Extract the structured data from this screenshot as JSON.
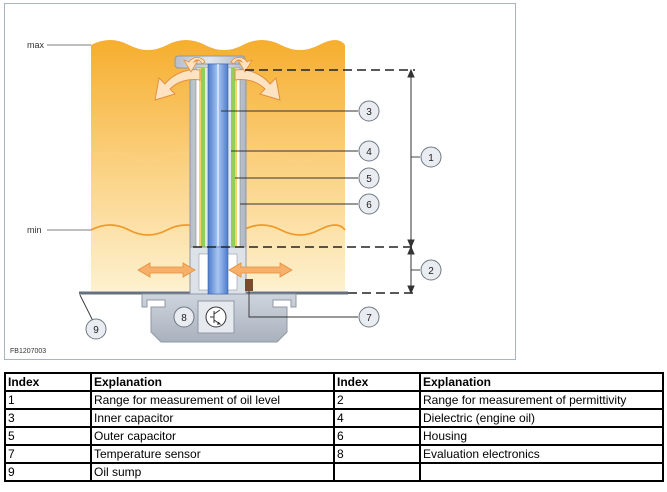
{
  "diagram": {
    "level_labels": {
      "max": "max",
      "min": "min"
    },
    "image_code": "FB1207003",
    "callouts": [
      "1",
      "2",
      "3",
      "4",
      "5",
      "6",
      "7",
      "8",
      "9"
    ],
    "colors": {
      "oil_top": "#f6ae2e",
      "oil_bottom": "#fdf1cf",
      "housing": "#c7ced8",
      "inner_capacitor": "#6b95d8",
      "dielectric": "#8fcf5a",
      "arrow": "#f39a4a"
    }
  },
  "legend": {
    "headers": [
      "Index",
      "Explanation",
      "Index",
      "Explanation"
    ],
    "rows": [
      [
        "1",
        "Range for measurement of oil level",
        "2",
        "Range for measurement of permittivity"
      ],
      [
        "3",
        "Inner capacitor",
        "4",
        "Dielectric (engine oil)"
      ],
      [
        "5",
        "Outer capacitor",
        "6",
        "Housing"
      ],
      [
        "7",
        "Temperature sensor",
        "8",
        "Evaluation electronics"
      ],
      [
        "9",
        "Oil sump",
        "",
        ""
      ]
    ]
  }
}
